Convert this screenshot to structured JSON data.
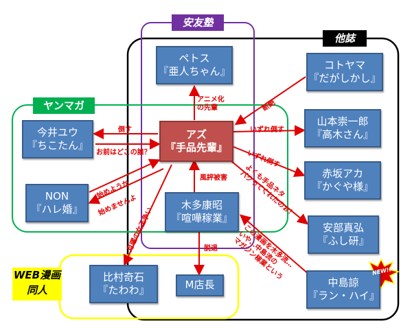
{
  "groups": {
    "anyujuku": "安友塾",
    "tashi": "他誌",
    "yanmaga": "ヤンマガ",
    "web": "WEB漫画 同人"
  },
  "nodes": {
    "azu": {
      "line1": "アズ",
      "line2": "『手品先輩』"
    },
    "petosu": {
      "line1": "ペトス",
      "line2": "『亜人ちゃん』"
    },
    "imai": {
      "line1": "今井ユウ",
      "line2": "『ちこたん』"
    },
    "non": {
      "line1": "NON",
      "line2": "『ハレ婚』"
    },
    "kida": {
      "line1": "木多康昭",
      "line2": "『喧嘩稼業』"
    },
    "hiimura": {
      "line1": "比村奇石",
      "line2": "『たわわ』"
    },
    "m": {
      "line1": "M店長"
    },
    "kotoyama": {
      "line1": "コトヤマ",
      "line2": "『だがしかし』"
    },
    "yamamoto": {
      "line1": "山本崇一郎",
      "line2": "『高木さん』"
    },
    "akasaka": {
      "line1": "赤坂アカ",
      "line2": "『かぐや様』"
    },
    "abe": {
      "line1": "安部真弘",
      "line2": "『ふし研』"
    },
    "nakajima": {
      "line1": "中島諒",
      "line2": "『ラン・ハイ』"
    }
  },
  "badge": "NEW!!",
  "edge_labels": {
    "anime": [
      "アニメ化",
      "の先輩"
    ],
    "taosu": "倒す",
    "omae": "お前はどこの誰？",
    "hajime1": "始めようか",
    "hajime2": "始めませんよ",
    "fuhyo": "風評被害",
    "dattai": "脱退",
    "tsukiyo": "月曜の女王争い",
    "danzetsu": "断絶",
    "izure1": "いずれ倒す",
    "izure2": "いずれ倒す",
    "pakutte": [
      "よくも手品ネタ",
      "パクってくれたのぉ！"
    ],
    "kono": [
      "この漫画を木多流…",
      "いや…中島流の",
      "マガジン稼業という"
    ]
  },
  "colors": {
    "node": "#4f81bd",
    "azu": "#c0504d",
    "edge": "#e00000",
    "anyujuku": "#7030a0",
    "yanmaga": "#00b050",
    "web": "#ffff00",
    "tashi": "#000000"
  }
}
